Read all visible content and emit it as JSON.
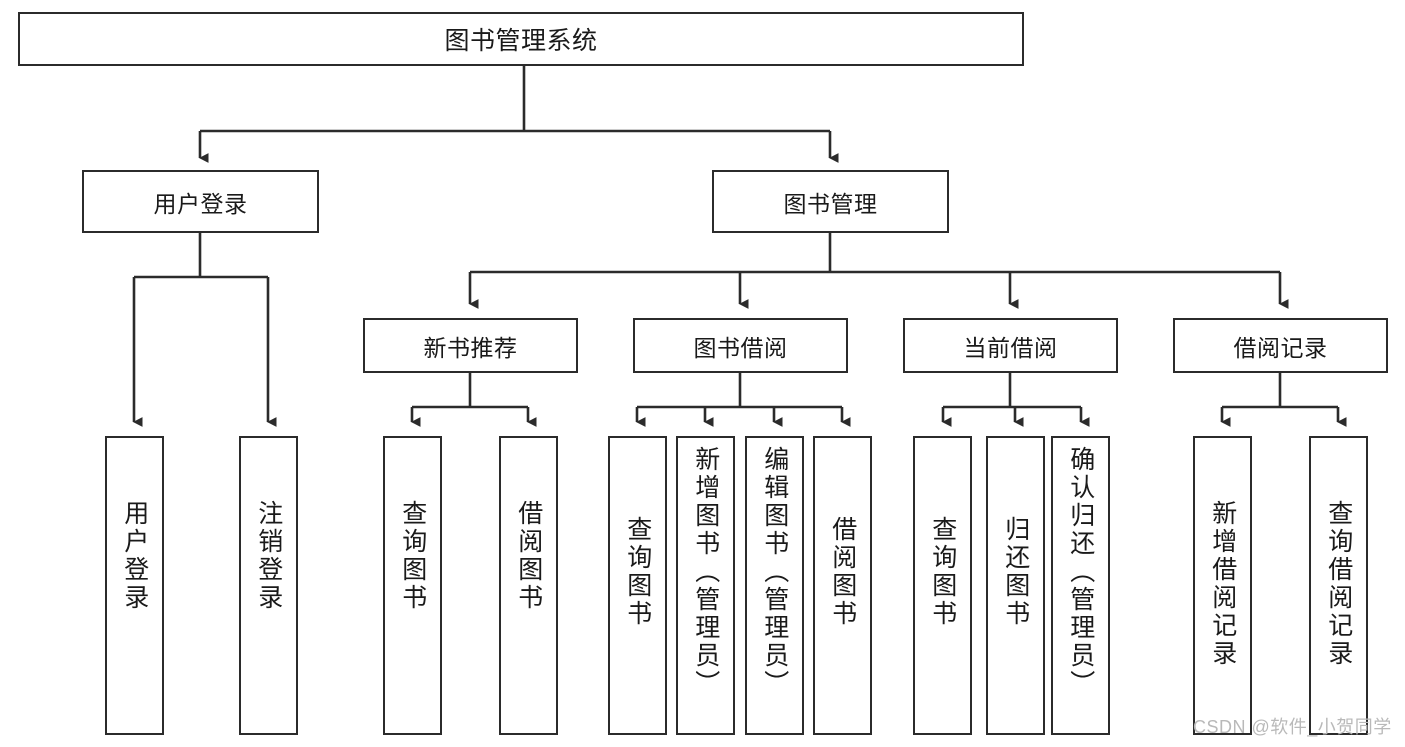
{
  "diagram": {
    "title": "图书管理系统",
    "type": "tree",
    "root": {
      "id": "root",
      "label": "图书管理系统"
    },
    "level2": [
      {
        "id": "user-login",
        "label": "用户登录"
      },
      {
        "id": "book-manage",
        "label": "图书管理"
      }
    ],
    "level3": [
      {
        "id": "new-book-recommend",
        "label": "新书推荐"
      },
      {
        "id": "book-borrow",
        "label": "图书借阅"
      },
      {
        "id": "current-borrow",
        "label": "当前借阅"
      },
      {
        "id": "borrow-record",
        "label": "借阅记录"
      }
    ],
    "leaves": {
      "user_login": [
        {
          "id": "leaf-user-login",
          "label": "用户登录"
        },
        {
          "id": "leaf-logout-login",
          "label": "注销登录"
        }
      ],
      "new_book_recommend": [
        {
          "id": "leaf-query-book-1",
          "label": "查询图书"
        },
        {
          "id": "leaf-borrow-book-1",
          "label": "借阅图书"
        }
      ],
      "book_borrow": [
        {
          "id": "leaf-query-book-2",
          "label": "查询图书"
        },
        {
          "id": "leaf-add-book",
          "label": "新增图书（管理员）"
        },
        {
          "id": "leaf-edit-book",
          "label": "编辑图书（管理员）"
        },
        {
          "id": "leaf-borrow-book-2",
          "label": "借阅图书"
        }
      ],
      "current_borrow": [
        {
          "id": "leaf-query-book-3",
          "label": "查询图书"
        },
        {
          "id": "leaf-return-book",
          "label": "归还图书"
        },
        {
          "id": "leaf-confirm-return",
          "label": "确认归还（管理员）"
        }
      ],
      "borrow_record": [
        {
          "id": "leaf-add-record",
          "label": "新增借阅记录"
        },
        {
          "id": "leaf-query-record",
          "label": "查询借阅记录"
        }
      ]
    },
    "colors": {
      "stroke": "#2b2b2b",
      "fill": "#ffffff",
      "text": "#1a1a1a",
      "watermark": "#b9b9b9"
    }
  },
  "watermark": {
    "text": "CSDN @软件_小贺同学"
  }
}
